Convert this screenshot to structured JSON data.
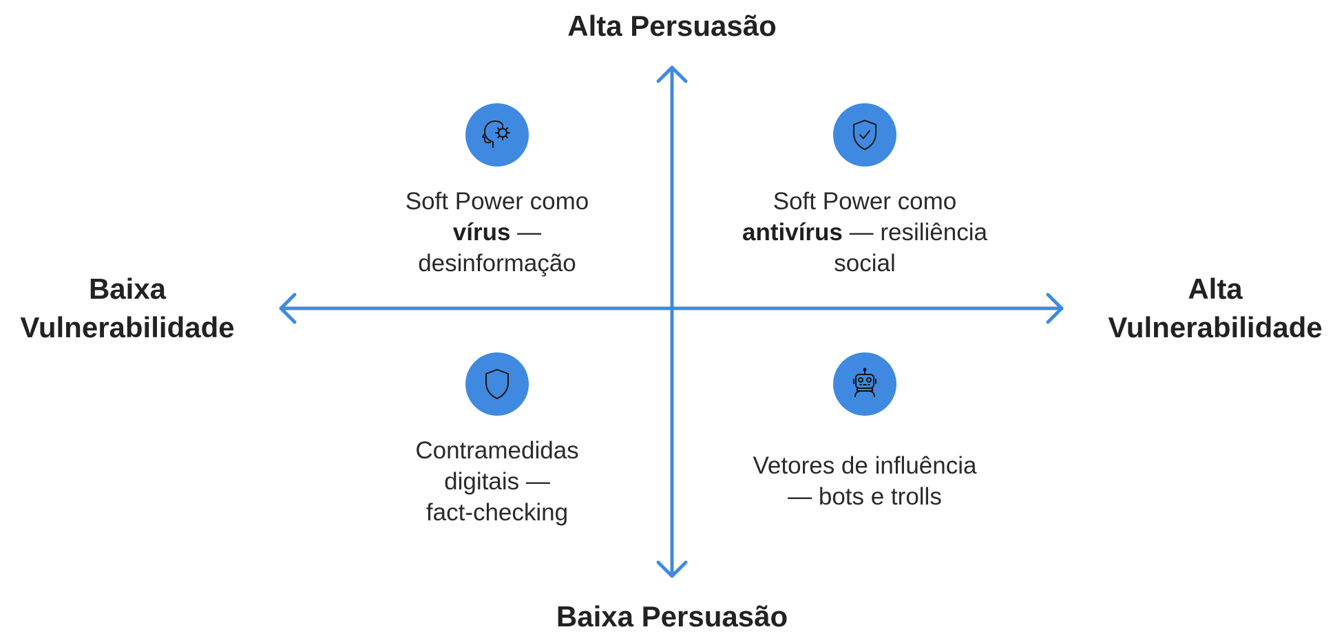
{
  "axes": {
    "top": "Alta Persuasão",
    "bottom": "Baixa Persuasão",
    "left": [
      "Baixa",
      "Vulnerabilidade"
    ],
    "right": [
      "Alta",
      "Vulnerabilidade"
    ]
  },
  "colors": {
    "accent": "#3f8ae0",
    "text": "#222222"
  },
  "quadrants": {
    "top_left": {
      "icon": "head-virus-icon",
      "line1": "Soft Power como",
      "line2_bold": "vírus",
      "line2_rest": " —",
      "line3": "desinformação"
    },
    "top_right": {
      "icon": "shield-check-icon",
      "line1": "Soft Power como",
      "line2_bold": "antivírus",
      "line2_rest": " — resiliência",
      "line3": "social"
    },
    "bottom_left": {
      "icon": "shield-icon",
      "line1": "Contramedidas",
      "line2": "digitais —",
      "line3": "fact-checking"
    },
    "bottom_right": {
      "icon": "robot-icon",
      "line1": "Vetores de influência",
      "line2": "— bots e trolls"
    }
  }
}
